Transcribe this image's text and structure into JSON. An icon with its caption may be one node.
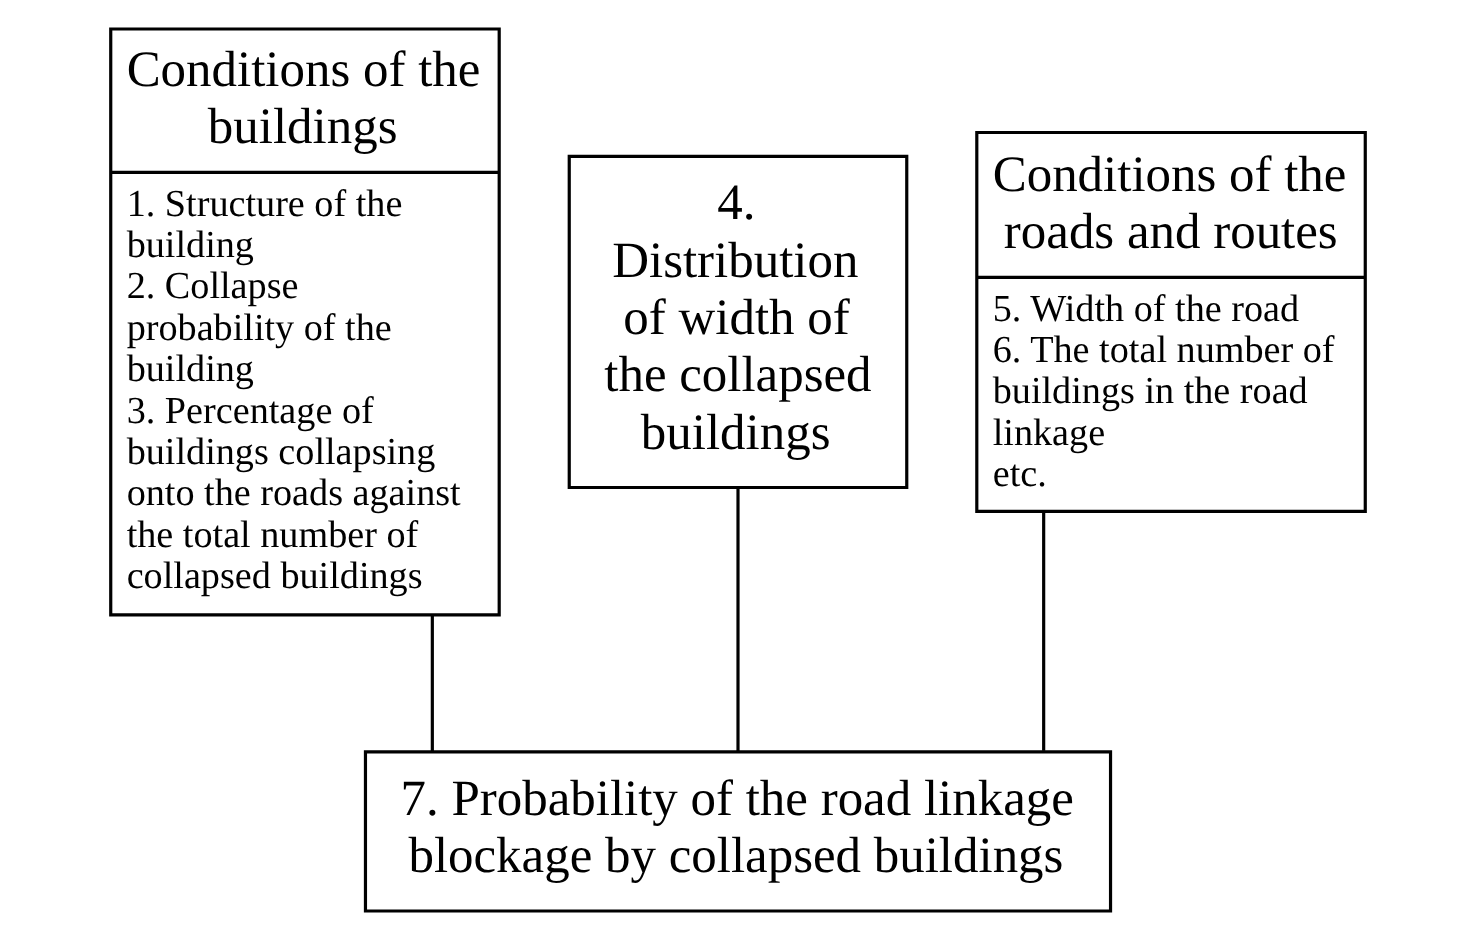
{
  "diagram": {
    "nodes": [
      {
        "text": [
          "Conditions of the buildings",
          "1. Structure of the building",
          "2. Collapse probability of the building",
          "3. Percentage of buildings collapsing onto the roads against the total number of collapsed buildings"
        ]
      },
      {
        "text": [
          "4. Distribution of width of the collapsed buildings"
        ]
      },
      {
        "text": [
          "Conditions of the roads and routes",
          "5. Width of the road",
          "6. The total number of buildings in the road linkage",
          "etc."
        ]
      },
      {
        "text": [
          "7. Probability of the road linkage blockage by collapsed buildings"
        ]
      }
    ],
    "edges": [
      {
        "from": 0,
        "to": 3,
        "arrow": "none"
      },
      {
        "from": 1,
        "to": 3,
        "arrow": "none"
      },
      {
        "from": 2,
        "to": 3,
        "arrow": "none"
      }
    ]
  }
}
